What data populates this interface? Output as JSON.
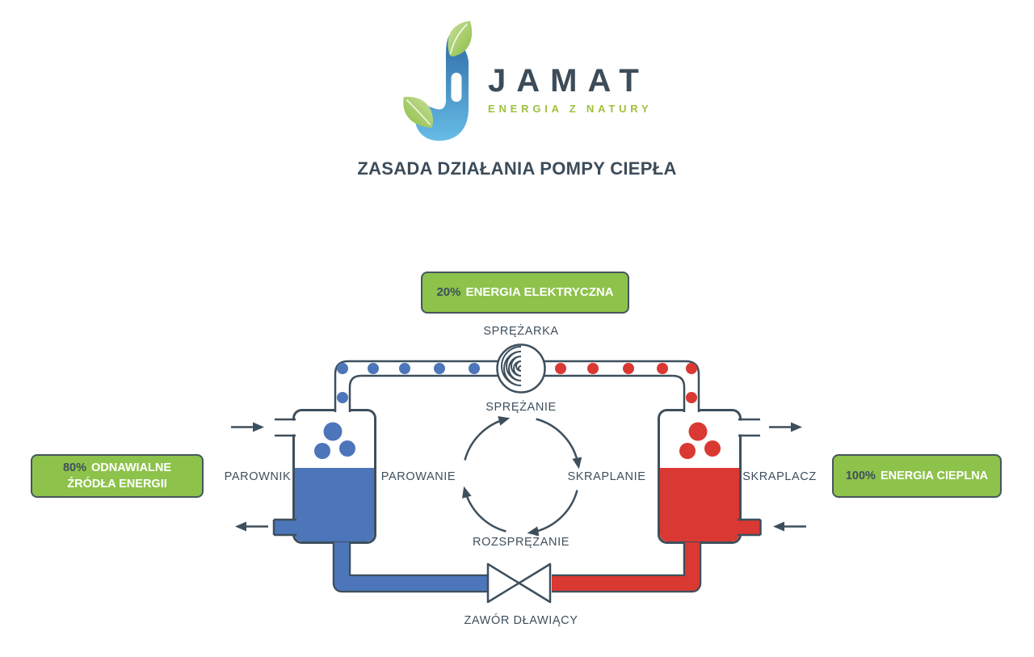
{
  "logo": {
    "name": "JAMAT",
    "tagline": "ENERGIA Z NATURY"
  },
  "title": "ZASADA DZIAŁANIA POMPY CIEPŁA",
  "badges": {
    "electric": {
      "percent": "20%",
      "label": "ENERGIA ELEKTRYCZNA"
    },
    "renewable": {
      "percent": "80%",
      "label": "ODNAWIALNE ŹRÓDŁA ENERGII"
    },
    "heat": {
      "percent": "100%",
      "label": "ENERGIA CIEPLNA"
    }
  },
  "labels": {
    "compressor": "SPRĘŻARKA",
    "compression": "SPRĘŻANIE",
    "evaporation": "PAROWANIE",
    "condensation": "SKRAPLANIE",
    "expansion": "ROZSPRĘŻANIE",
    "evaporator": "PAROWNIK",
    "condenser": "SKRAPLACZ",
    "valve": "ZAWÓR DŁAWIĄCY"
  },
  "colors": {
    "cold": "#4D75B9",
    "hot": "#DA3832",
    "outline": "#3E4F5C",
    "accent_green": "#8DC24B",
    "logo_green": "#9DC23C",
    "text": "#3D4C59"
  }
}
